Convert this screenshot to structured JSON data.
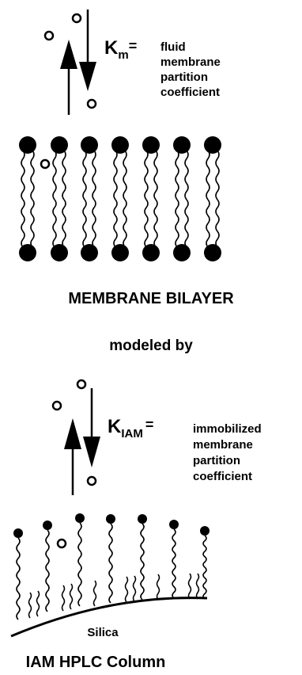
{
  "top_equilibrium": {
    "k_main": "K",
    "k_sub": "m",
    "equals": "=",
    "description_lines": [
      "fluid",
      "membrane",
      "partition",
      "coefficient"
    ]
  },
  "membrane_bilayer_label": "MEMBRANE BILAYER",
  "modeled_by_label": "modeled by",
  "bottom_equilibrium": {
    "k_main": "K",
    "k_sub": "IAM",
    "equals": "=",
    "description_lines": [
      "immobilized",
      "membrane",
      "partition",
      "coefficient"
    ]
  },
  "silica_label": "Silica",
  "iam_column_label": "IAM HPLC Column",
  "colors": {
    "ink": "#000000",
    "background": "#ffffff"
  }
}
